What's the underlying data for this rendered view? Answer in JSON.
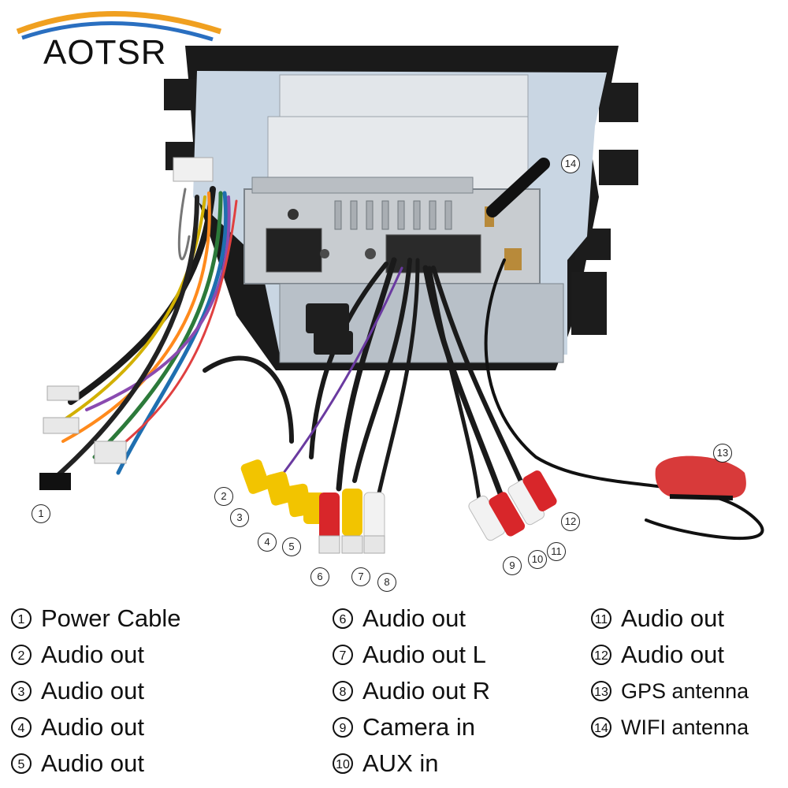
{
  "brand": "AOTSR",
  "callouts": [
    "1",
    "2",
    "3",
    "4",
    "5",
    "6",
    "7",
    "8",
    "9",
    "10",
    "11",
    "12",
    "13",
    "14"
  ],
  "legend": {
    "col1": [
      {
        "num": "1",
        "label": "Power Cable"
      },
      {
        "num": "2",
        "label": "Audio out"
      },
      {
        "num": "3",
        "label": "Audio out"
      },
      {
        "num": "4",
        "label": "Audio out"
      },
      {
        "num": "5",
        "label": "Audio out"
      }
    ],
    "col2": [
      {
        "num": "6",
        "label": "Audio out"
      },
      {
        "num": "7",
        "label": "Audio out L"
      },
      {
        "num": "8",
        "label": "Audio out R"
      },
      {
        "num": "9",
        "label": "Camera in"
      },
      {
        "num": "10",
        "label": "AUX in"
      }
    ],
    "col3": [
      {
        "num": "11",
        "label": "Audio out"
      },
      {
        "num": "12",
        "label": "Audio out"
      },
      {
        "num": "13",
        "label": "GPS antenna"
      },
      {
        "num": "14",
        "label": "WIFI antenna"
      }
    ]
  },
  "colors": {
    "swoosh_orange": "#f0a020",
    "swoosh_blue": "#2a6fc0",
    "panel_black": "#1a1a1a",
    "chassis_silver": "#c8ccd0",
    "rca_yellow": "#f2c400",
    "rca_red": "#d8262a",
    "rca_white": "#f2f2f2",
    "gps_red": "#d83a3a"
  }
}
